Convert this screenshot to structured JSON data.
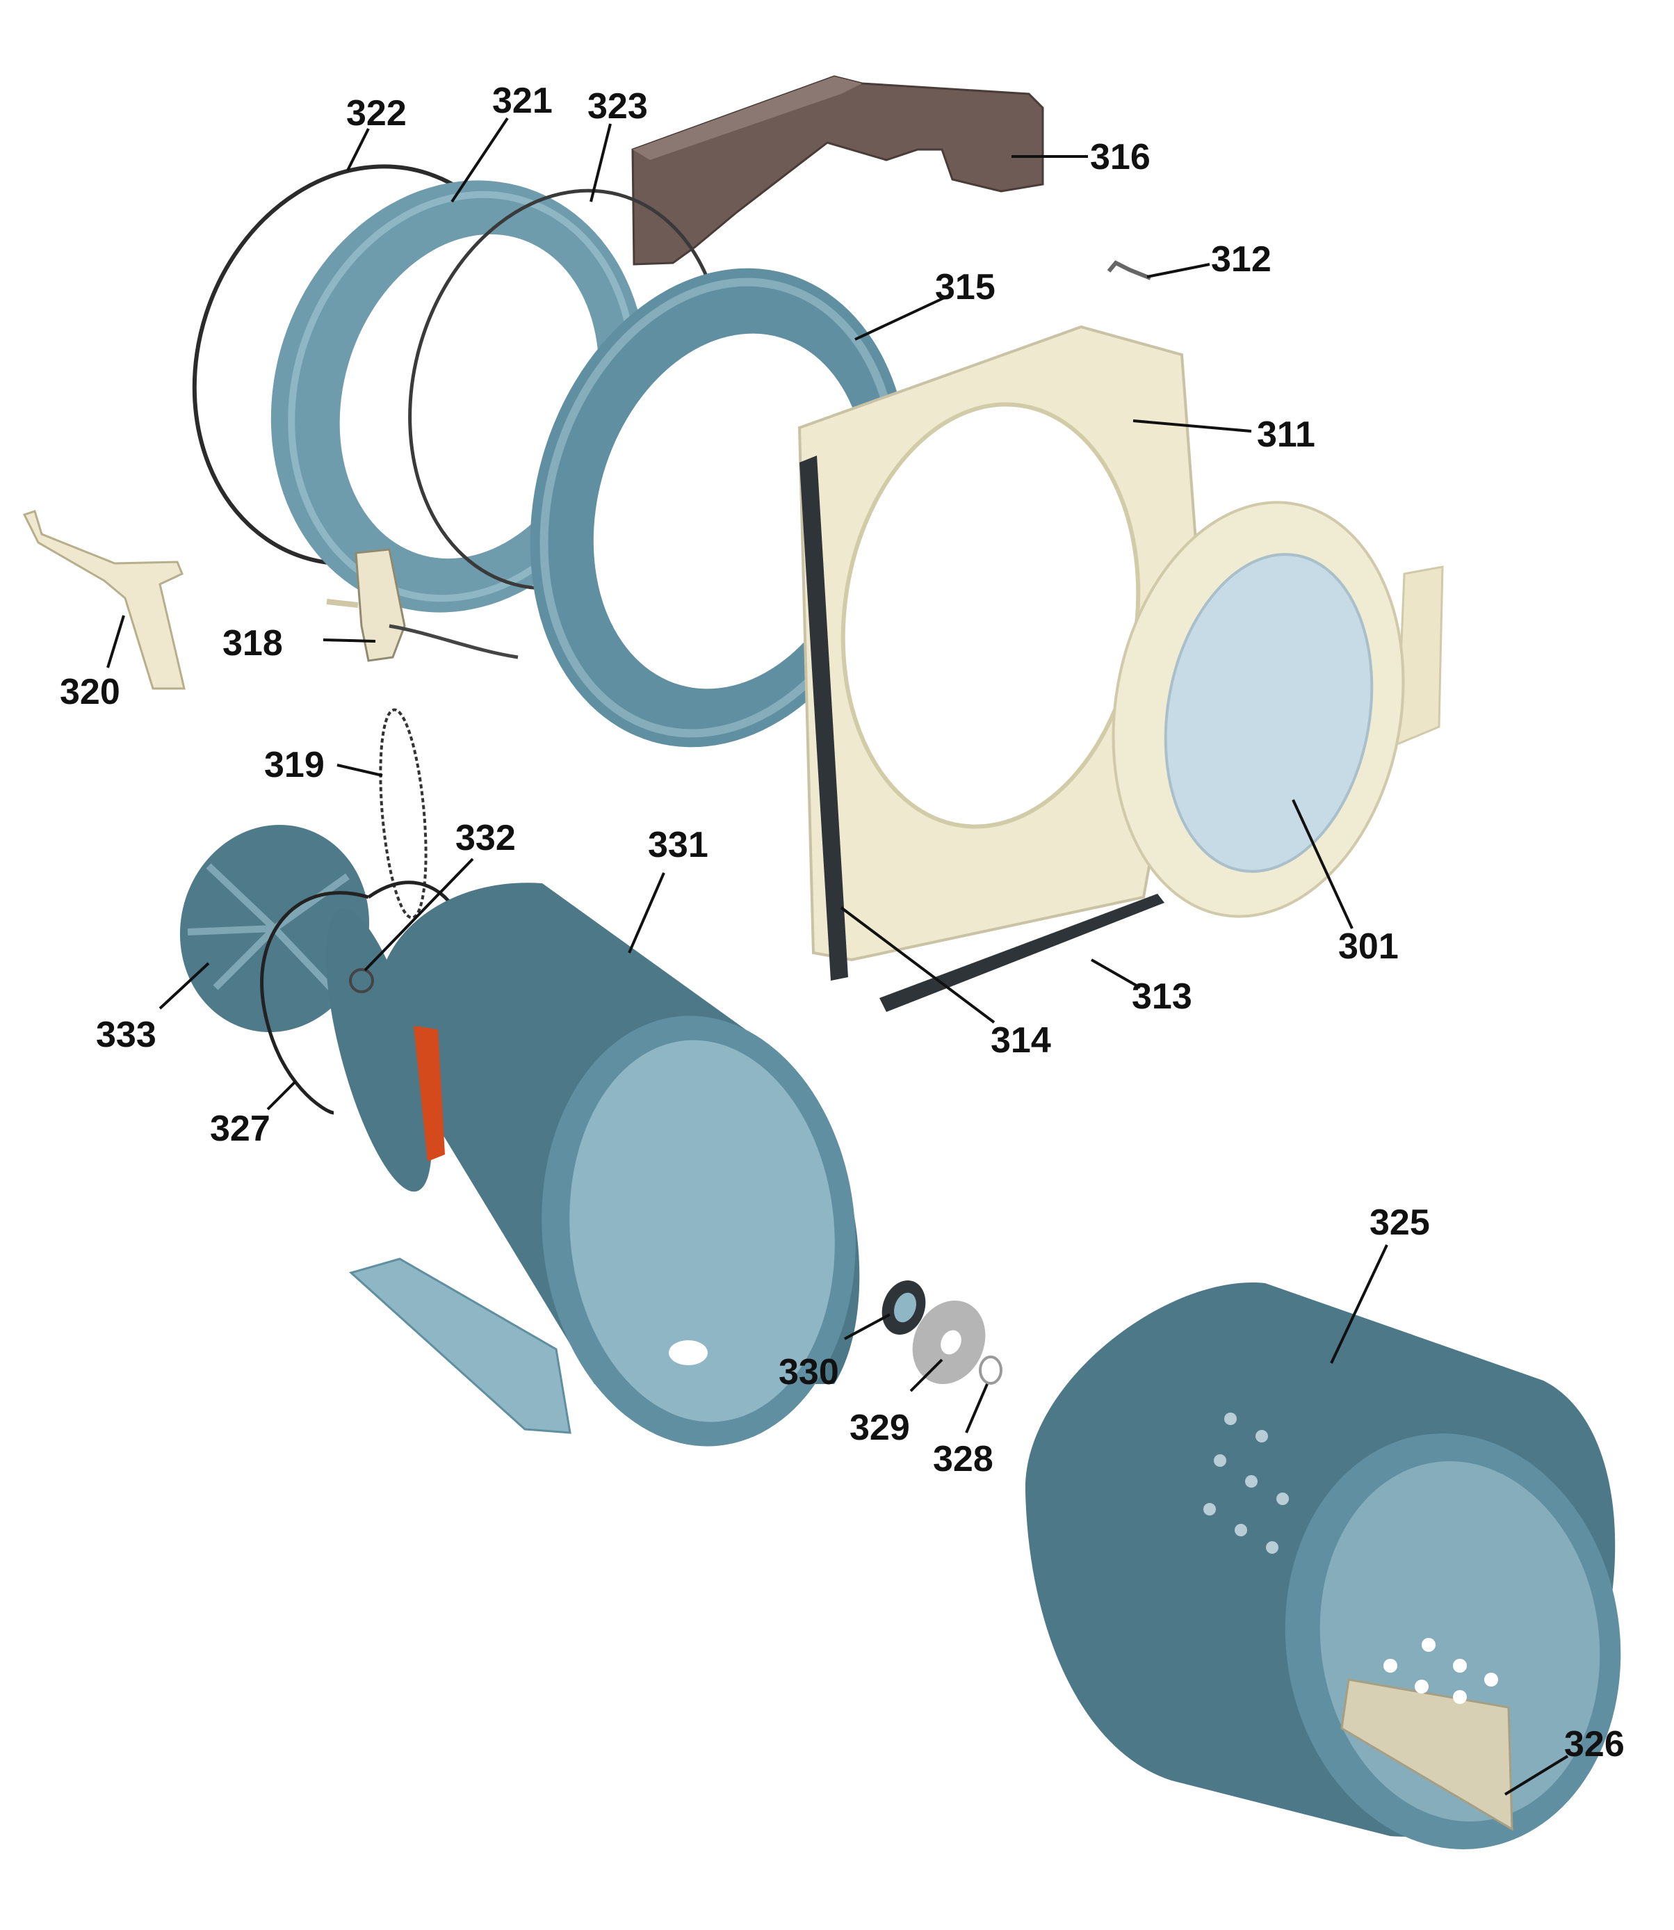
{
  "colors": {
    "part_blue": "#5f8fa0",
    "part_blue_light": "#8fb6c4",
    "part_blue_dark": "#3f6472",
    "panel_cream": "#eee9cf",
    "bracket_brown": "#6e5b56",
    "gasket_dark": "#2e3438",
    "glass": "#c6dbe6",
    "heater_red": "#d44a1c",
    "label": "#111111"
  },
  "labels": {
    "p301": "301",
    "p311": "311",
    "p312": "312",
    "p313": "313",
    "p314": "314",
    "p315": "315",
    "p316": "316",
    "p318": "318",
    "p319": "319",
    "p320": "320",
    "p321": "321",
    "p322": "322",
    "p323": "323",
    "p325": "325",
    "p326": "326",
    "p327": "327",
    "p328": "328",
    "p329": "329",
    "p330": "330",
    "p331": "331",
    "p332": "332",
    "p333": "333"
  }
}
